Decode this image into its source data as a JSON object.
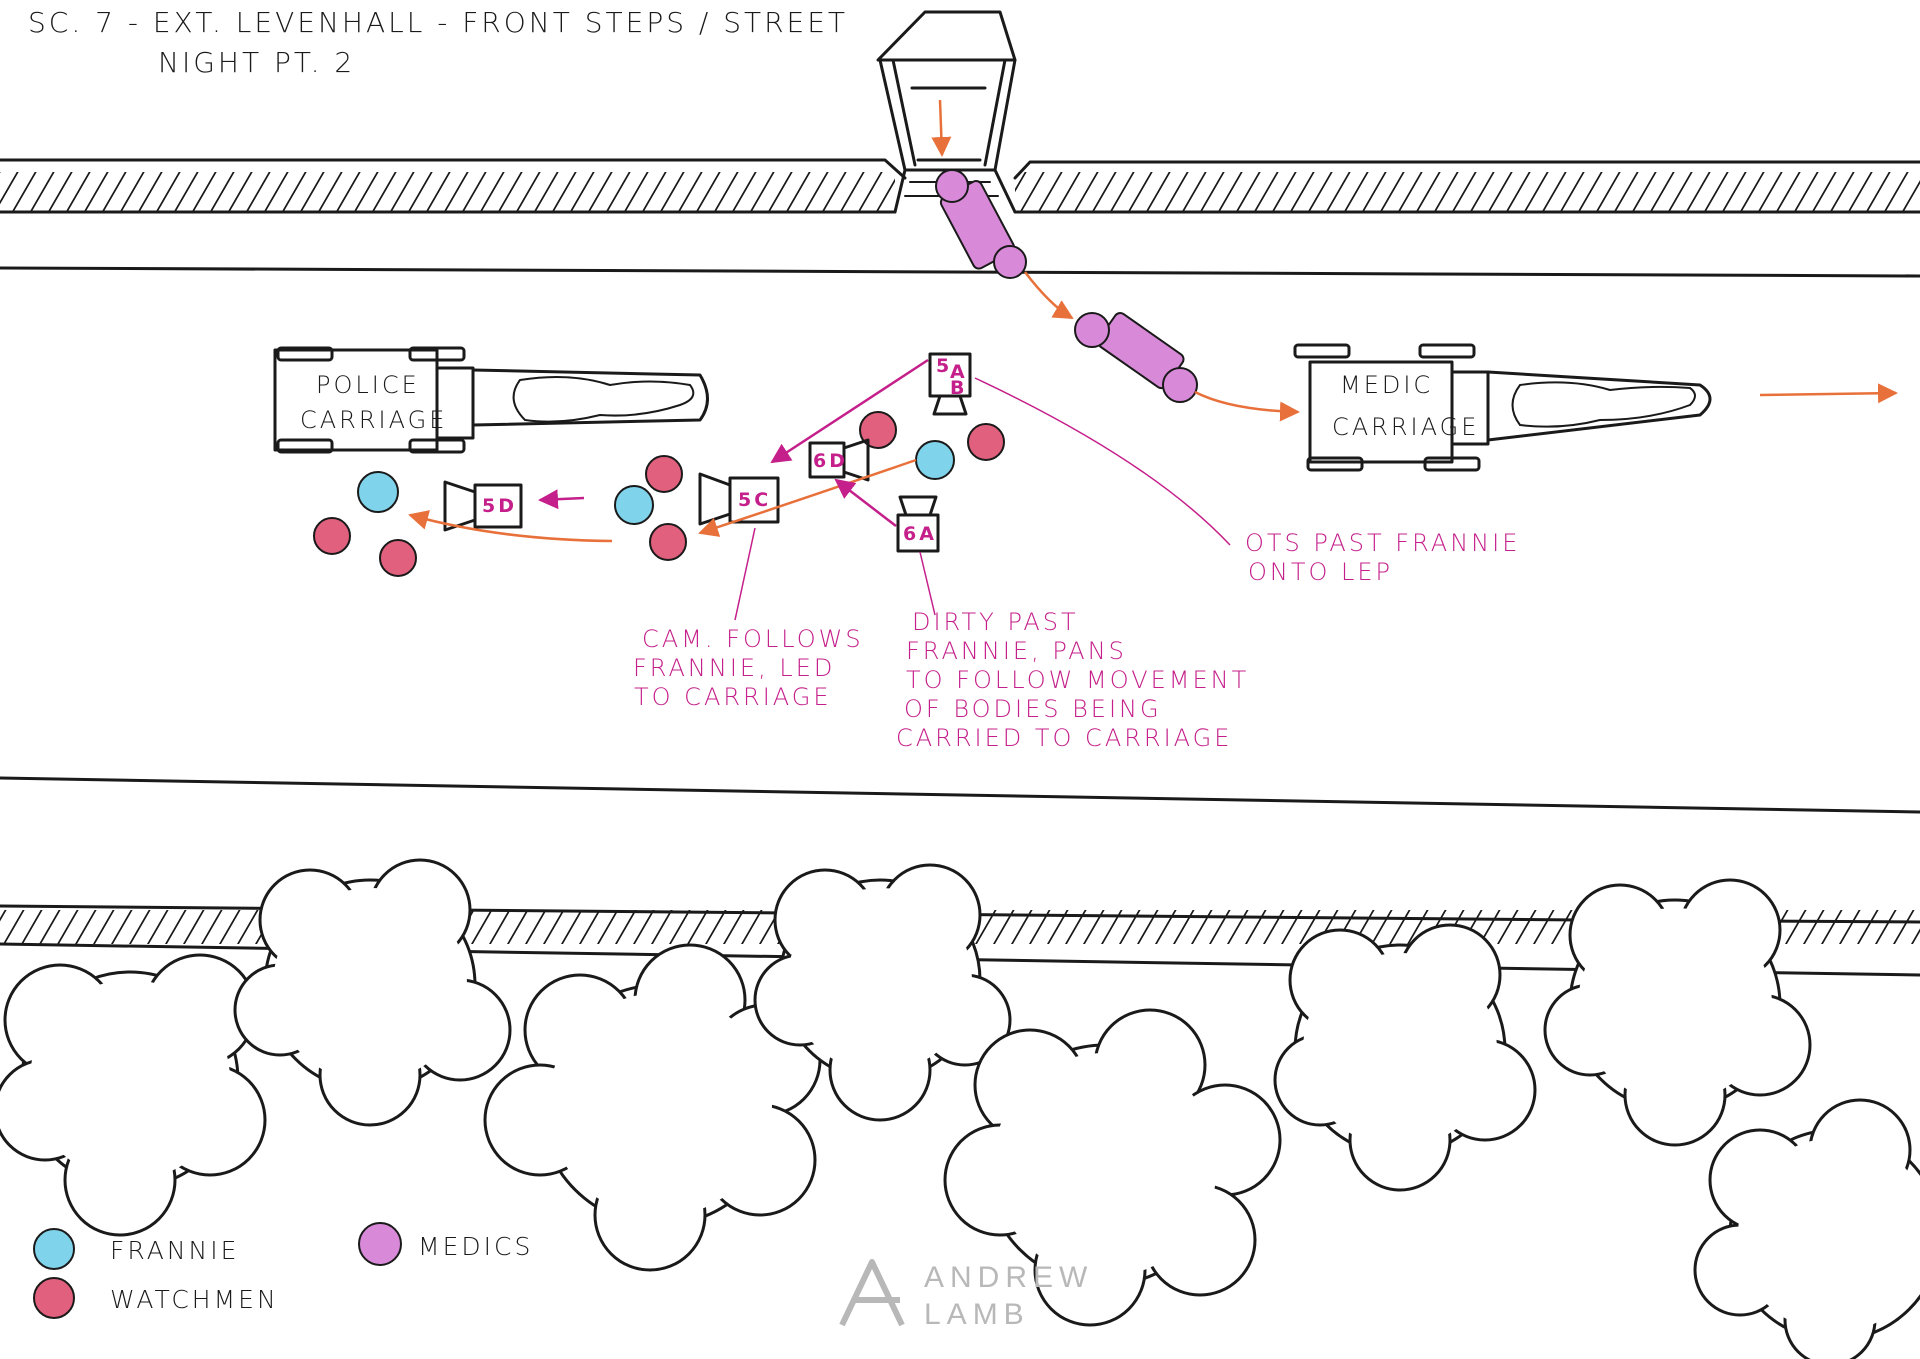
{
  "title": {
    "line1": "SC. 7 - EXT. LEVENHALL - FRONT STEPS / STREET",
    "line2": "NIGHT   PT. 2"
  },
  "carriages": {
    "police": {
      "line1": "POLICE",
      "line2": "CARRIAGE"
    },
    "medic": {
      "line1": "MEDIC",
      "line2": "CARRIAGE"
    }
  },
  "cameras": {
    "cam_5ab": {
      "top": "5",
      "mid": "A",
      "bottom": "B"
    },
    "cam_6d": "6D",
    "cam_5c": "5C",
    "cam_5d": "5D",
    "cam_6a": "6A"
  },
  "notes": {
    "ots": [
      "OTS PAST FRANNIE",
      "ONTO LEP"
    ],
    "cam_follows": [
      "CAM. FOLLOWS",
      "FRANNIE, LED",
      "TO CARRIAGE"
    ],
    "dirty": [
      "DIRTY PAST",
      "FRANNIE, PANS",
      "TO FOLLOW MOVEMENT",
      "OF BODIES BEING",
      "CARRIED TO CARRIAGE"
    ]
  },
  "legend": {
    "frannie": "FRANNIE",
    "watchmen": "WATCHMEN",
    "medics": "MEDICS"
  },
  "colors": {
    "frannie": "#7fd3ea",
    "watchmen": "#e0607d",
    "medics": "#d88ad8",
    "annotation": "#c41f8a",
    "movement_arrow": "#e8703a"
  },
  "watermark": {
    "line1": "ANDREW",
    "line2": "LAMB"
  }
}
